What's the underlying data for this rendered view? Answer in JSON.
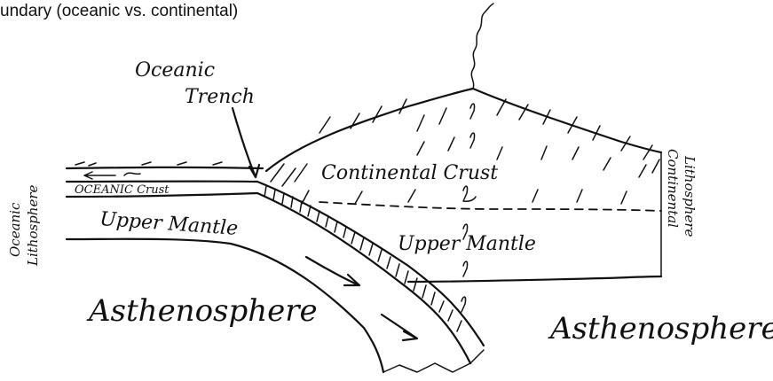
{
  "caption": "undary (oceanic vs. continental)",
  "labels": {
    "oceanic_trench_line1": "Oceanic",
    "oceanic_trench_line2": "Trench",
    "continental_crust": "Continental Crust",
    "upper_mantle_left": "Upper Mantle",
    "upper_mantle_right": "Upper Mantle",
    "asthenosphere_left": "Asthenosphere",
    "asthenosphere_right": "Asthenosphere",
    "oceanic_crust": "OCEANIC Crust",
    "oceanic_lithosphere_line1": "Oceanic",
    "oceanic_lithosphere_line2": "Lithosphere",
    "continental_lithosphere_line1": "Continental",
    "continental_lithosphere_line2": "Lithosphere"
  }
}
